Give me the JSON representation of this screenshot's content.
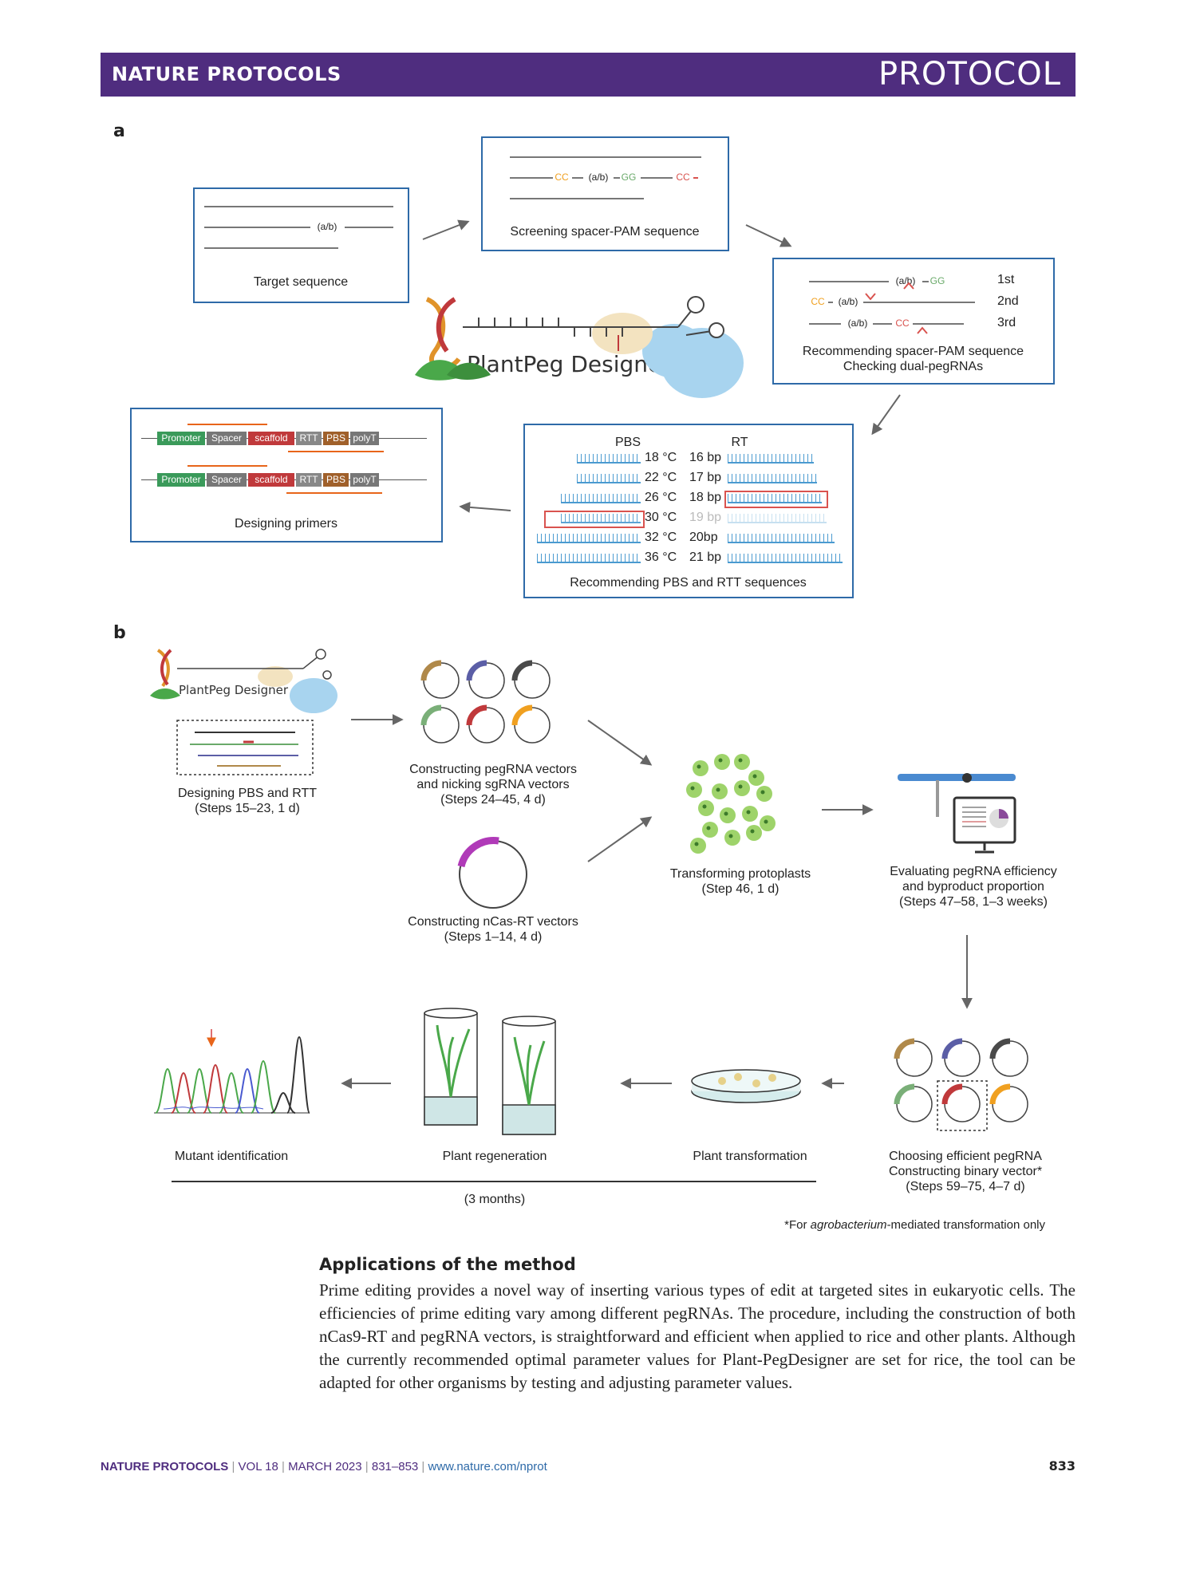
{
  "header": {
    "journal": "NATURE PROTOCOLS",
    "article_type": "PROTOCOL"
  },
  "panel_a": {
    "letter": "a",
    "target_box": {
      "label": "Target sequence",
      "seq_mark": "(a/b)"
    },
    "screening_box": {
      "label": "Screening spacer-PAM sequence",
      "seq_cc1": "CC",
      "seq_ab": "(a/b)",
      "seq_gg": "GG",
      "seq_cc2": "CC"
    },
    "recommend_box": {
      "label_line1": "Recommending spacer-PAM sequence",
      "label_line2": "Checking dual-pegRNAs",
      "rank_1": "1st",
      "rank_2": "2nd",
      "rank_3": "3rd",
      "row1_ab": "(a/b)",
      "row1_gg": "GG",
      "row2_cc": "CC",
      "row2_ab": "(a/b)",
      "row3_ab": "(a/b)",
      "row3_cc": "CC"
    },
    "logo_text": "PlantPeg Designer",
    "primers_box": {
      "label": "Designing primers",
      "promoter": "Promoter",
      "spacer": "Spacer",
      "scaffold": "scaffold",
      "rtt": "RTT",
      "pbs": "PBS",
      "polyt": "polyT"
    },
    "pbs_rt_box": {
      "label": "Recommending PBS and RTT sequences",
      "col_pbs": "PBS",
      "col_rt": "RT",
      "temps": [
        "18 °C",
        "22 °C",
        "26 °C",
        "30 °C",
        "32 °C",
        "36 °C"
      ],
      "lengths": [
        "16 bp",
        "17 bp",
        "18 bp",
        "19 bp",
        "20bp",
        "21 bp"
      ]
    }
  },
  "panel_b": {
    "letter": "b",
    "logo_text": "PlantPeg Designer",
    "step_design": {
      "line1": "Designing PBS and RTT",
      "line2": "(Steps 15–23, 1 d)"
    },
    "step_pegrna": {
      "line1": "Constructing pegRNA vectors",
      "line2": "and nicking sgRNA vectors",
      "line3": "(Steps 24–45, 4 d)"
    },
    "step_ncas": {
      "line1": "Constructing nCas-RT vectors",
      "line2": "(Steps 1–14, 4 d)"
    },
    "step_transform": {
      "line1": "Transforming protoplasts",
      "line2": "(Step 46, 1 d)"
    },
    "step_evaluate": {
      "line1": "Evaluating pegRNA efficiency",
      "line2": "and byproduct proportion",
      "line3": "(Steps 47–58, 1–3 weeks)"
    },
    "step_choose": {
      "line1": "Choosing efficient pegRNA",
      "line2": "Constructing binary vector*",
      "line3": "(Steps 59–75, 4–7 d)"
    },
    "step_plant_transform": "Plant transformation",
    "step_regen": "Plant regeneration",
    "step_mutant": "Mutant identification",
    "duration": "(3 months)",
    "footnote_pre": "*For ",
    "footnote_italic": "agrobacterium",
    "footnote_post": "-mediated transformation only",
    "colors": [
      "#b0894a",
      "#5b5ea6",
      "#4a4a4a",
      "#7aaf78",
      "#c0393b",
      "#f0a020"
    ]
  },
  "section": {
    "heading": "Applications of the method",
    "body": "Prime editing provides a novel way of inserting various types of edit at targeted sites in eukaryotic cells. The efficiencies of prime editing vary among different pegRNAs. The procedure, including the construction of both nCas9-RT and pegRNA vectors, is straightforward and efficient when applied to rice and other plants. Although the currently recommended optimal parameter values for Plant-PegDesigner are set for rice, the tool can be adapted for other organisms by testing and adjusting parameter values."
  },
  "footer": {
    "journal": "NATURE PROTOCOLS",
    "vol": "VOL 18",
    "date": "MARCH 2023",
    "pages": "831–853",
    "url": "www.nature.com/nprot",
    "page_number": "833"
  }
}
